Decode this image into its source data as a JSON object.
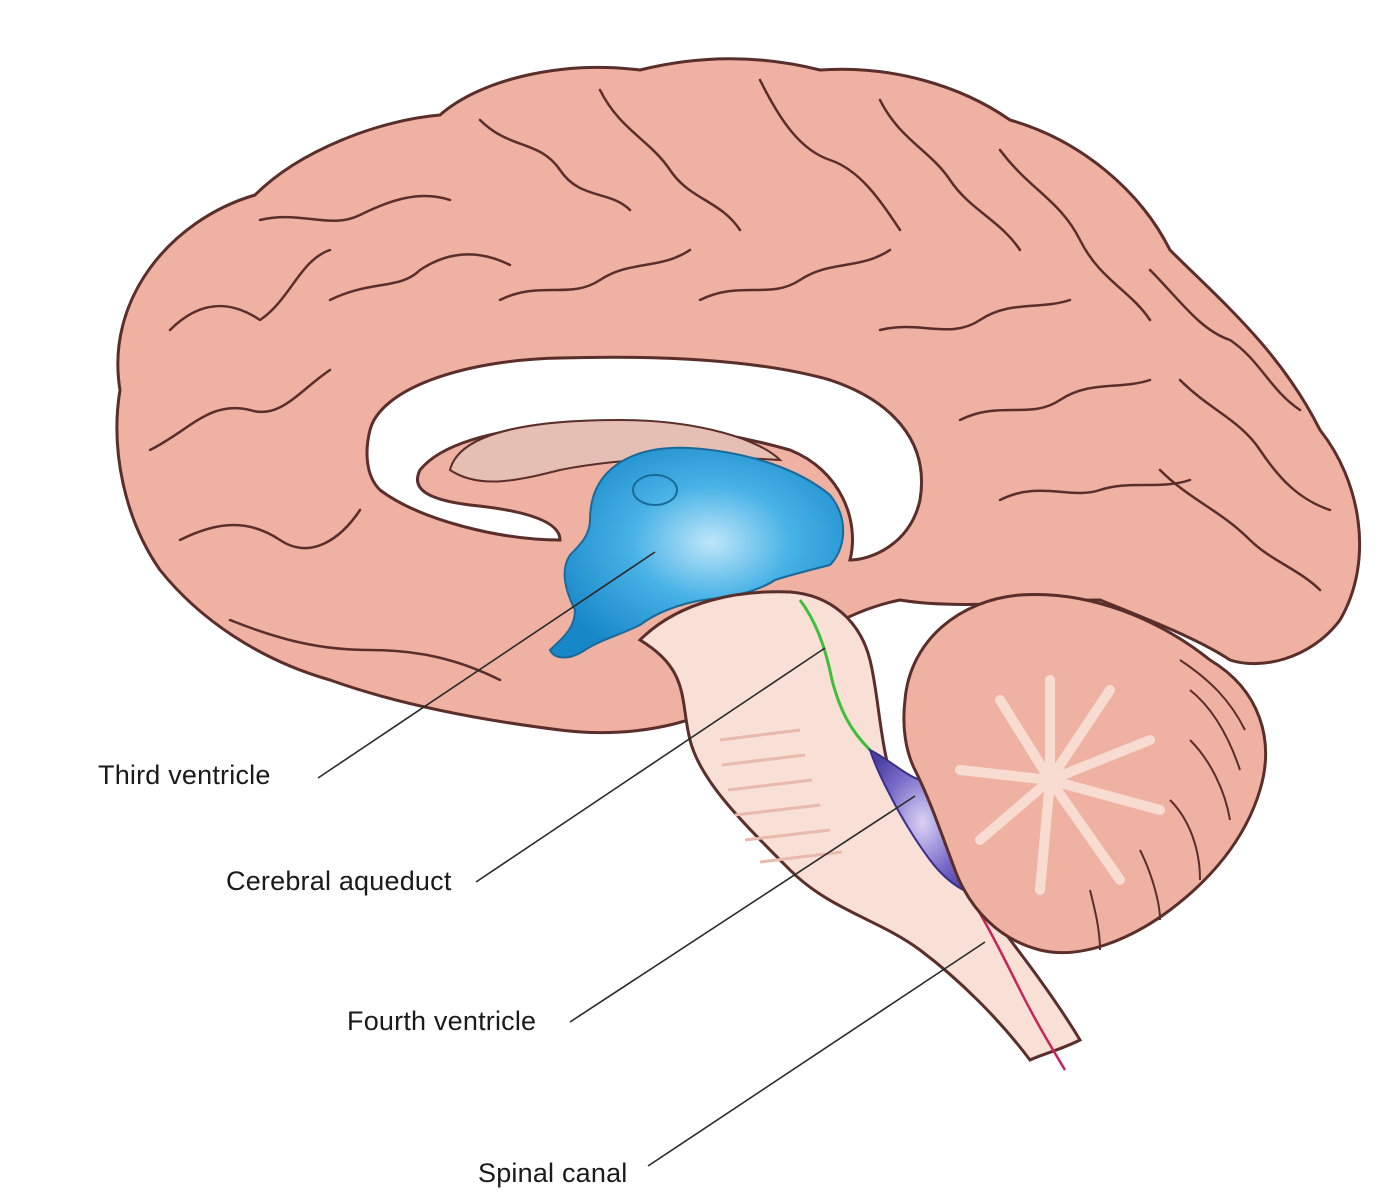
{
  "labels": {
    "third_ventricle": "Third ventricle",
    "cerebral_aqueduct": "Cerebral aqueduct",
    "fourth_ventricle": "Fourth ventricle",
    "spinal_canal": "Spinal canal"
  },
  "colors": {
    "cortex_fill": "#eeb1a2",
    "cortex_highlight": "#f7cfc3",
    "cortex_outline": "#5a2e2a",
    "third_ventricle": "#2f9fd9",
    "cerebral_aqueduct": "#3cbf3a",
    "fourth_ventricle": "#5b4fb3",
    "spinal_canal": "#c8245a",
    "brainstem": "#f9e0d6",
    "leader_line": "#2a2a2a"
  }
}
